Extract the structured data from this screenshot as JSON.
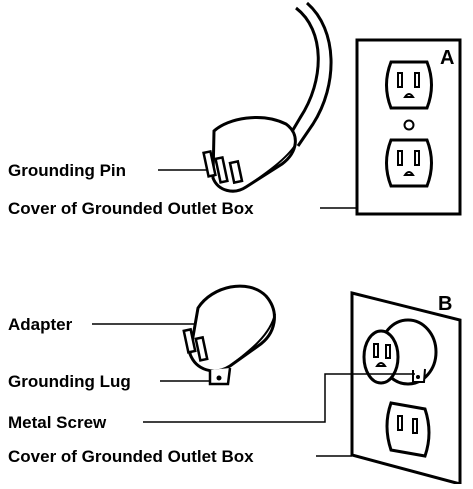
{
  "figure_a": {
    "panel_letter": "A",
    "labels": {
      "grounding_pin": "Grounding Pin",
      "outlet_cover": "Cover of Grounded Outlet Box"
    }
  },
  "figure_b": {
    "panel_letter": "B",
    "labels": {
      "adapter": "Adapter",
      "grounding_lug": "Grounding Lug",
      "metal_screw": "Metal Screw",
      "outlet_cover": "Cover of Grounded Outlet Box"
    }
  },
  "colors": {
    "ink": "#000000",
    "paper": "#ffffff"
  }
}
